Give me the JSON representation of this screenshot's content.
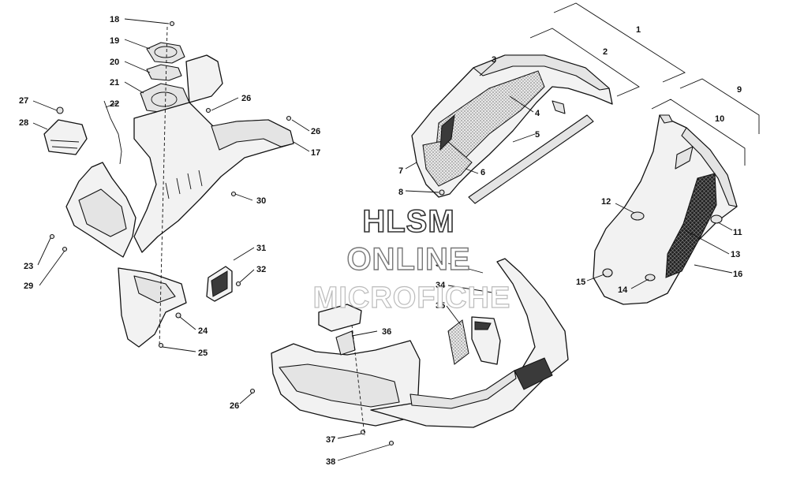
{
  "watermark": {
    "line1": "HLSM",
    "line2": "ONLINE",
    "line3": "MICROFICHE"
  },
  "callouts": {
    "c1": "1",
    "c2": "2",
    "c3": "3",
    "c4": "4",
    "c5": "5",
    "c6": "6",
    "c7": "7",
    "c8": "8",
    "c9": "9",
    "c10": "10",
    "c11": "11",
    "c12": "12",
    "c13": "13",
    "c14": "14",
    "c15": "15",
    "c16": "16",
    "c17": "17",
    "c18": "18",
    "c19": "19",
    "c20": "20",
    "c21": "21",
    "c22": "22",
    "c23": "23",
    "c24": "24",
    "c25": "25",
    "c26a": "26",
    "c26b": "26",
    "c26c": "26",
    "c27": "27",
    "c28": "28",
    "c29": "29",
    "c30": "30",
    "c31": "31",
    "c32": "32",
    "c33": "33",
    "c34": "34",
    "c35": "35",
    "c36": "36",
    "c37": "37",
    "c38": "38"
  },
  "colors": {
    "line": "#111111",
    "part_fill": "#f2f2f2",
    "watermark": "#444444"
  }
}
